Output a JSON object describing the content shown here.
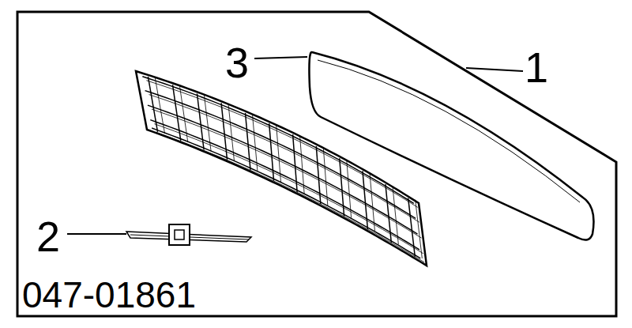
{
  "diagram": {
    "labels": [
      "3",
      "1",
      "2",
      "047-01861"
    ]
  }
}
